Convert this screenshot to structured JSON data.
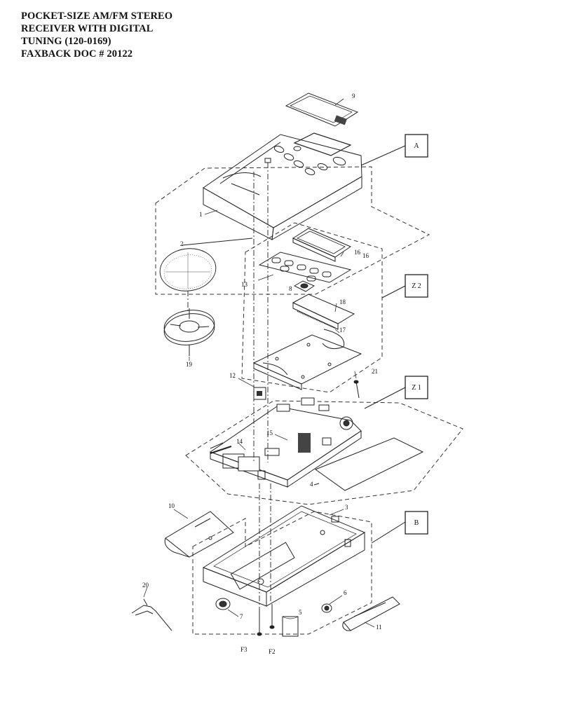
{
  "header": {
    "line1": "POCKET-SIZE AM/FM STEREO",
    "line2": "RECEIVER WITH DIGITAL",
    "line3": "TUNING  (120-0169)",
    "line4": "FAXBACK DOC # 20122"
  },
  "diagram": {
    "boxes": {
      "a": "A",
      "z2": "Z 2",
      "z1": "Z 1",
      "b": "B"
    },
    "callouts": {
      "p1": "1",
      "p2": "2",
      "p3": "3",
      "p4": "4",
      "p5": "5",
      "p6": "6",
      "p7": "7",
      "p8": "8",
      "p9": "9",
      "p10": "10",
      "p11": "11",
      "p12": "12",
      "p13": "13",
      "p14": "14",
      "p15": "15",
      "p16": "16",
      "p17": "17",
      "p18": "18",
      "p19": "19",
      "p20": "20",
      "p21": "21",
      "f2": "F2",
      "f3": "F3"
    }
  }
}
